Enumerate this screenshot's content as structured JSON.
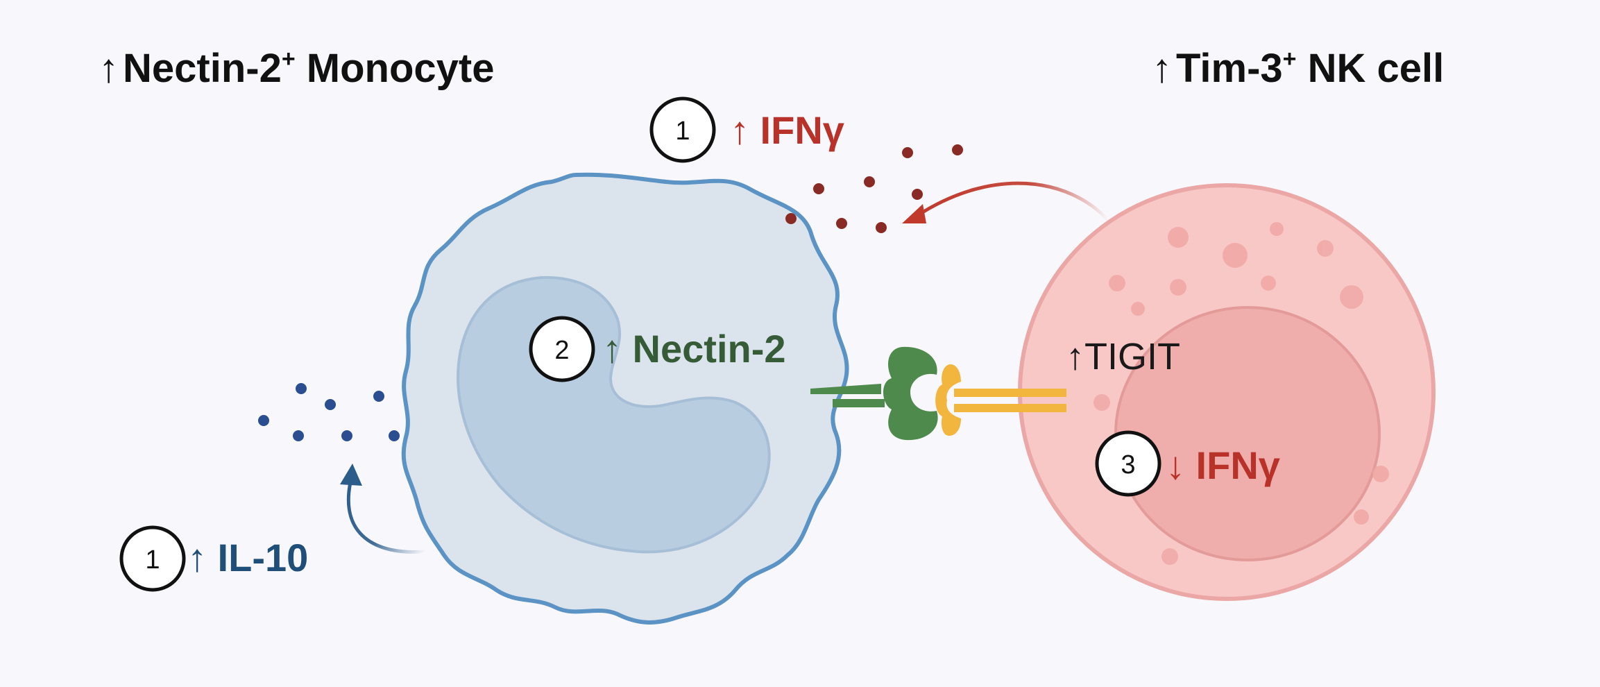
{
  "titles": {
    "monocyte": {
      "arrow": "↑",
      "main": "Nectin-2",
      "sup": "+",
      "tail": " Monocyte"
    },
    "nk_cell": {
      "arrow": "↑",
      "main": "Tim-3",
      "sup": "+",
      "tail": " NK cell"
    }
  },
  "annotations": {
    "ifng_up": {
      "number": "1",
      "text": "↑ IFNγ"
    },
    "nectin2": {
      "number": "2",
      "text": "↑ Nectin-2"
    },
    "il10": {
      "number": "1",
      "text": "↑ IL-10"
    },
    "tigit": {
      "text": "↑TIGIT"
    },
    "ifng_down": {
      "number": "3",
      "text": "↓ IFNγ"
    }
  },
  "colors": {
    "background": "#f8f8fc",
    "title_text": "#111111",
    "monocyte_fill": "#dbe3ed",
    "monocyte_outline": "#5b93c4",
    "monocyte_nucleus": "#b9cde0",
    "nk_fill": "#f8c8c6",
    "nk_outline": "#eba7a5",
    "nk_nucleus": "#efadab",
    "ifng_red": "#b8322a",
    "nectin_green": "#355c36",
    "il10_blue": "#1f4e79",
    "receptor_green": "#4f8a4d",
    "receptor_yellow": "#f2b53d",
    "tigit_text": "#1a1a1a"
  }
}
